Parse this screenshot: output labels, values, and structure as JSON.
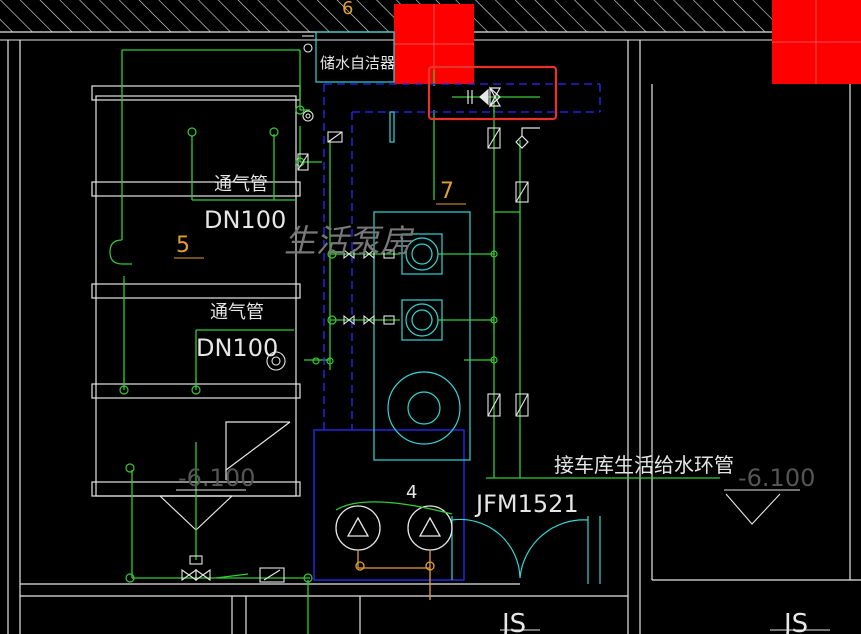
{
  "labels": {
    "grid_number_top": "6",
    "water_purifier": "储水自洁器",
    "vent_pipe_1": "通气管",
    "vent_size_1": "DN100",
    "vent_pipe_2": "通气管",
    "vent_size_2": "DN100",
    "tank_number": "5",
    "room_name": "生活泵房",
    "equipment_number": "7",
    "pump_number": "4",
    "elevation_left": "-6.100",
    "elevation_right": "-6.100",
    "pipe_label": "接车库生活给水环管",
    "door_code": "JFM1521",
    "stair_left": "JS",
    "stair_right": "JS"
  },
  "colors": {
    "background": "#000000",
    "green_pipe": "#33cc33",
    "white_line": "#e6e6e6",
    "cyan_equipment": "#33d6d6",
    "blue_dashed": "#2a2aff",
    "red_block": "#ff0000",
    "highlight_box": "#e8332a",
    "yellow_number": "#e0a030"
  },
  "icons": [
    "gate-valve-icon",
    "check-valve-icon",
    "pump-icon",
    "flow-meter-icon"
  ]
}
